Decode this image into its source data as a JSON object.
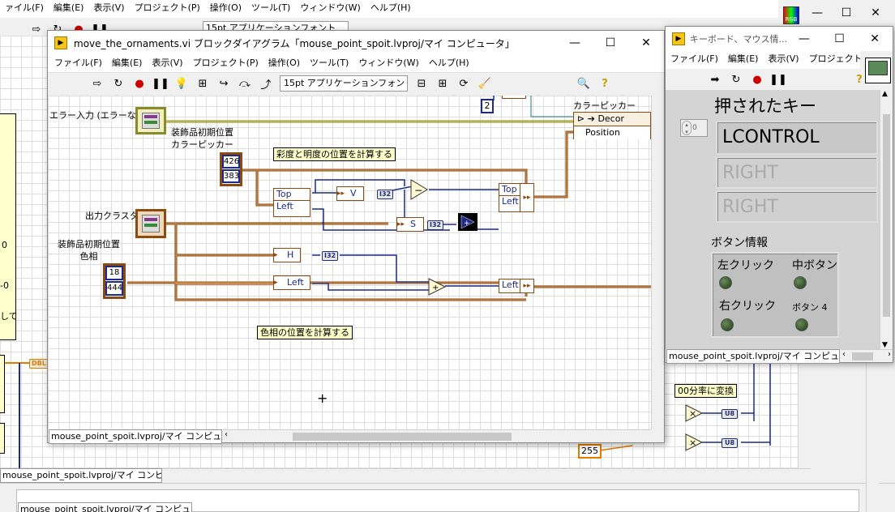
{
  "bg": {
    "menu": [
      "ァイル(F)",
      "編集(E)",
      "表示(V)",
      "プロジェクト(P)",
      "操作(O)",
      "ツール(T)",
      "ウィンドウ(W)",
      "ヘルプ(H)"
    ],
    "font": "15pt アプリケーションフォント",
    "labels_left": [
      "0",
      "-0",
      "して"
    ],
    "dbl": "DBL",
    "comment_convert": "00分率に変換",
    "u8": "U8",
    "const_255": "255",
    "status": "mouse_point_spoit.lvproj/マイ コンピュータ",
    "status2": "mouse_point_spoit.lvproj/マイ コンピュータ",
    "rgb": "RGB"
  },
  "bd": {
    "title": "move_the_ornaments.vi ブロックダイアグラム「mouse_point_spoit.lvproj/マイ コンピュータ」",
    "menu": [
      "ファイル(F)",
      "編集(E)",
      "表示(V)",
      "プロジェクト(P)",
      "操作(O)",
      "ツール(T)",
      "ウィンドウ(W)",
      "ヘルプ(H)"
    ],
    "font": "15pt アプリケーションフォント",
    "status": "mouse_point_spoit.lvproj/マイ コンピュータ",
    "diagram": {
      "error_in": "エラー入力 (エラーなし)",
      "init_pos_color": "装飾品初期位置\nカラーピッカー",
      "comment_sv": "彩度と明度の位置を計算する",
      "comment_h": "色相の位置を計算する",
      "output_cluster": "出力クラスタ",
      "init_pos_hue": "装飾品初期位置\n色相",
      "cluster1": [
        "426",
        "383"
      ],
      "cluster2": [
        "18",
        "444"
      ],
      "const2": "2",
      "color_picker": "カラーピッカー",
      "decor": "Decor",
      "position": "Position",
      "top": "Top",
      "left": "Left",
      "v": "V",
      "s": "S",
      "h": "H",
      "i32": "I32"
    }
  },
  "fp": {
    "title": "キーボード、マウス情...",
    "menu": [
      "ファイル(F)",
      "編集(E)",
      "表示(V)",
      "プロジェクト(P)"
    ],
    "pressed_key_label": "押されたキー",
    "index": "0",
    "keys": [
      "LCONTROL",
      "RIGHT",
      "RIGHT"
    ],
    "button_info": "ボタン情報",
    "buttons": [
      "左クリック",
      "中ボタン",
      "右クリック",
      "ボタン 4"
    ],
    "status": "mouse_point_spoit.lvproj/マイ コンピュータ"
  }
}
